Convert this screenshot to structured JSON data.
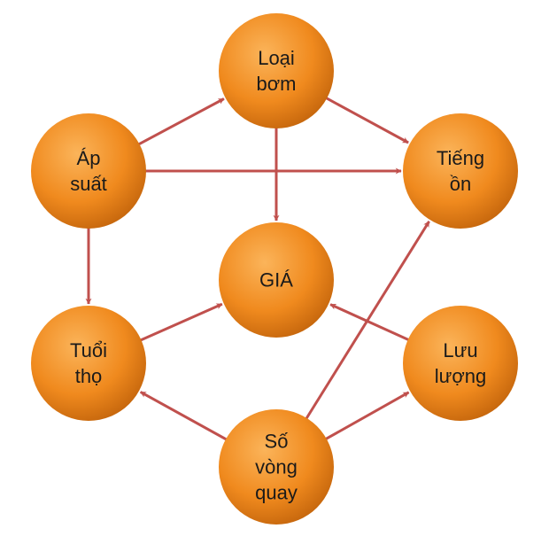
{
  "diagram": {
    "node_color": "#f08a1e",
    "node_highlight": "#fbb45a",
    "node_shadow": "#c4650c",
    "edge_color": "#c0504d",
    "nodes": [
      {
        "id": "loai-bom",
        "lines": [
          "Loại",
          "bơm"
        ]
      },
      {
        "id": "ap-suat",
        "lines": [
          "Áp",
          "suất"
        ]
      },
      {
        "id": "tieng-on",
        "lines": [
          "Tiếng",
          "ồn"
        ]
      },
      {
        "id": "gia",
        "lines": [
          "GIÁ"
        ]
      },
      {
        "id": "tuoi-tho",
        "lines": [
          "Tuổi",
          "thọ"
        ]
      },
      {
        "id": "luu-luong",
        "lines": [
          "Lưu",
          "lượng"
        ]
      },
      {
        "id": "so-vong-quay",
        "lines": [
          "Số",
          "vòng",
          "quay"
        ]
      }
    ],
    "edges": [
      {
        "from": "ap-suat",
        "to": "loai-bom"
      },
      {
        "from": "loai-bom",
        "to": "tieng-on"
      },
      {
        "from": "ap-suat",
        "to": "tieng-on"
      },
      {
        "from": "loai-bom",
        "to": "gia"
      },
      {
        "from": "ap-suat",
        "to": "tuoi-tho"
      },
      {
        "from": "tuoi-tho",
        "to": "gia"
      },
      {
        "from": "luu-luong",
        "to": "gia"
      },
      {
        "from": "so-vong-quay",
        "to": "tieng-on"
      },
      {
        "from": "so-vong-quay",
        "to": "tuoi-tho"
      },
      {
        "from": "so-vong-quay",
        "to": "luu-luong"
      }
    ]
  }
}
